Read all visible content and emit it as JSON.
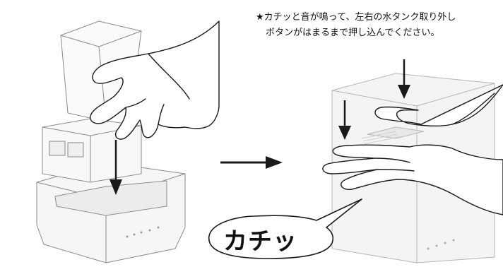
{
  "instruction": {
    "line1": "★カチッと音が鳴って、左右の水タンク取り外し",
    "line2": "ボタンがはまるまで押し込んでください。"
  },
  "sound_label": "カチッ",
  "colors": {
    "outline": "#7a7a7a",
    "device_body": "#f4f4f4",
    "arrow": "#1a1a1a"
  },
  "icons": [
    "arrow-down-icon",
    "arrow-right-icon",
    "speech-bubble-icon"
  ]
}
